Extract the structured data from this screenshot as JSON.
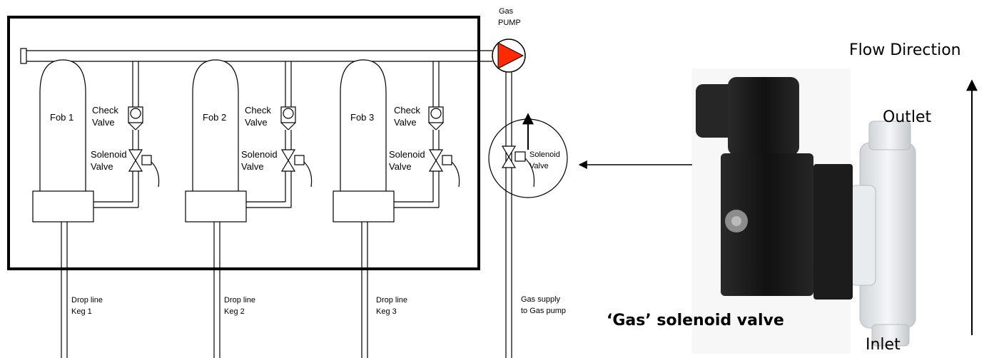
{
  "gas_pump": {
    "line1": "Gas",
    "line2": "PUMP"
  },
  "fobs": [
    {
      "name": "Fob 1",
      "check": [
        "Check",
        "Valve"
      ],
      "solenoid": [
        "Solenoid",
        "Valve"
      ],
      "drop": [
        "Drop line",
        "Keg 1"
      ]
    },
    {
      "name": "Fob 2",
      "check": [
        "Check",
        "Valve"
      ],
      "solenoid": [
        "Solenoid",
        "Valve"
      ],
      "drop": [
        "Drop line",
        "Keg 2"
      ]
    },
    {
      "name": "Fob 3",
      "check": [
        "Check",
        "Valve"
      ],
      "solenoid": [
        "Solenoid",
        "Valve"
      ],
      "drop": [
        "Drop line",
        "Keg 3"
      ]
    }
  ],
  "gas_solenoid": {
    "line1": "Solenoid",
    "line2": "Valve"
  },
  "gas_supply": {
    "line1": "Gas supply",
    "line2": "to Gas pump"
  },
  "photo": {
    "caption": "‘Gas’ solenoid valve",
    "outlet": "Outlet",
    "inlet": "Inlet",
    "flow_direction": "Flow Direction"
  },
  "colors": {
    "pump": "#ff2a00",
    "line": "#000000"
  }
}
